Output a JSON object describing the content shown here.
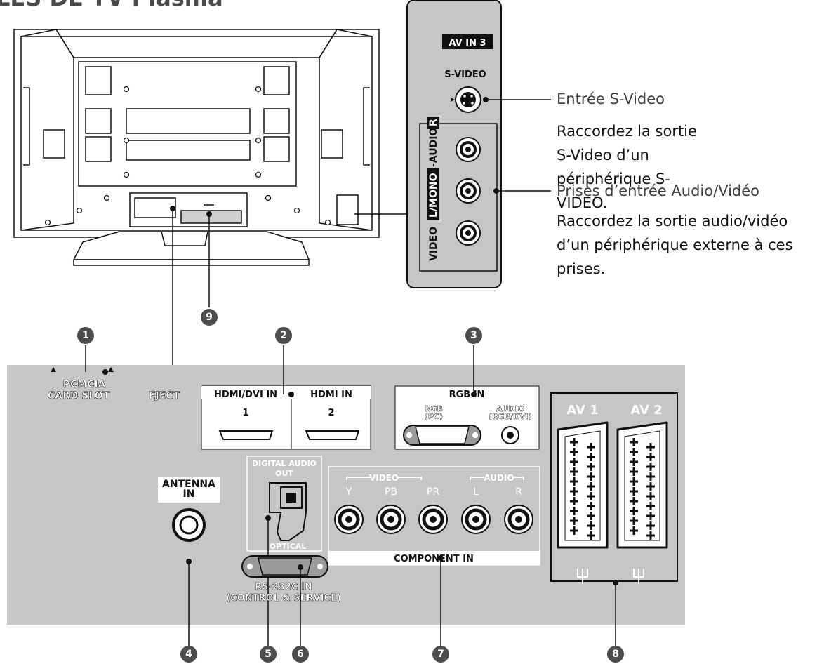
{
  "header": {
    "title": "LES DE TV Plasma"
  },
  "side_panel": {
    "tag": "AV IN 3",
    "svideo_label": "S-VIDEO",
    "vertical_labels": {
      "video": "VIDEO",
      "lmono": "L/MONO",
      "audio": "-AUDIO-",
      "r": "R"
    }
  },
  "callouts": [
    {
      "title": "Entrée S-Video",
      "desc": "Raccordez la sortie S-Video d’un périphérique S-VIDEO."
    },
    {
      "title": "Prises d’entrée Audio/Vidéo",
      "desc": "Raccordez la sortie audio/vidéo d’un périphérique externe à ces prises."
    }
  ],
  "badges": [
    "1",
    "2",
    "3",
    "4",
    "5",
    "6",
    "7",
    "8",
    "9"
  ],
  "panel": {
    "pcmcia": [
      "PCMCIA",
      "CARD SLOT"
    ],
    "eject": "EJECT",
    "hdmi_dvi": "HDMI/DVI IN",
    "hdmi": "HDMI IN",
    "hdmi_num1": "1",
    "hdmi_num2": "2",
    "rgb_in": "RGB IN",
    "rgb_pc": [
      "RGB",
      "(PC)"
    ],
    "audio_rgbdvi": [
      "AUDIO",
      "(RGB/DVI)"
    ],
    "av1": "AV 1",
    "av2": "AV 2",
    "antenna": [
      "ANTENNA",
      "IN"
    ],
    "digital_audio": [
      "DIGITAL AUDIO",
      "OUT"
    ],
    "optical": "OPTICAL",
    "video_group": "VIDEO",
    "audio_group": "AUDIO",
    "comp_labels": [
      "Y",
      "PB",
      "PR",
      "L",
      "R"
    ],
    "component_in": "COMPONENT IN",
    "rs232": [
      "RS-232C IN",
      "(CONTROL & SERVICE)"
    ]
  }
}
